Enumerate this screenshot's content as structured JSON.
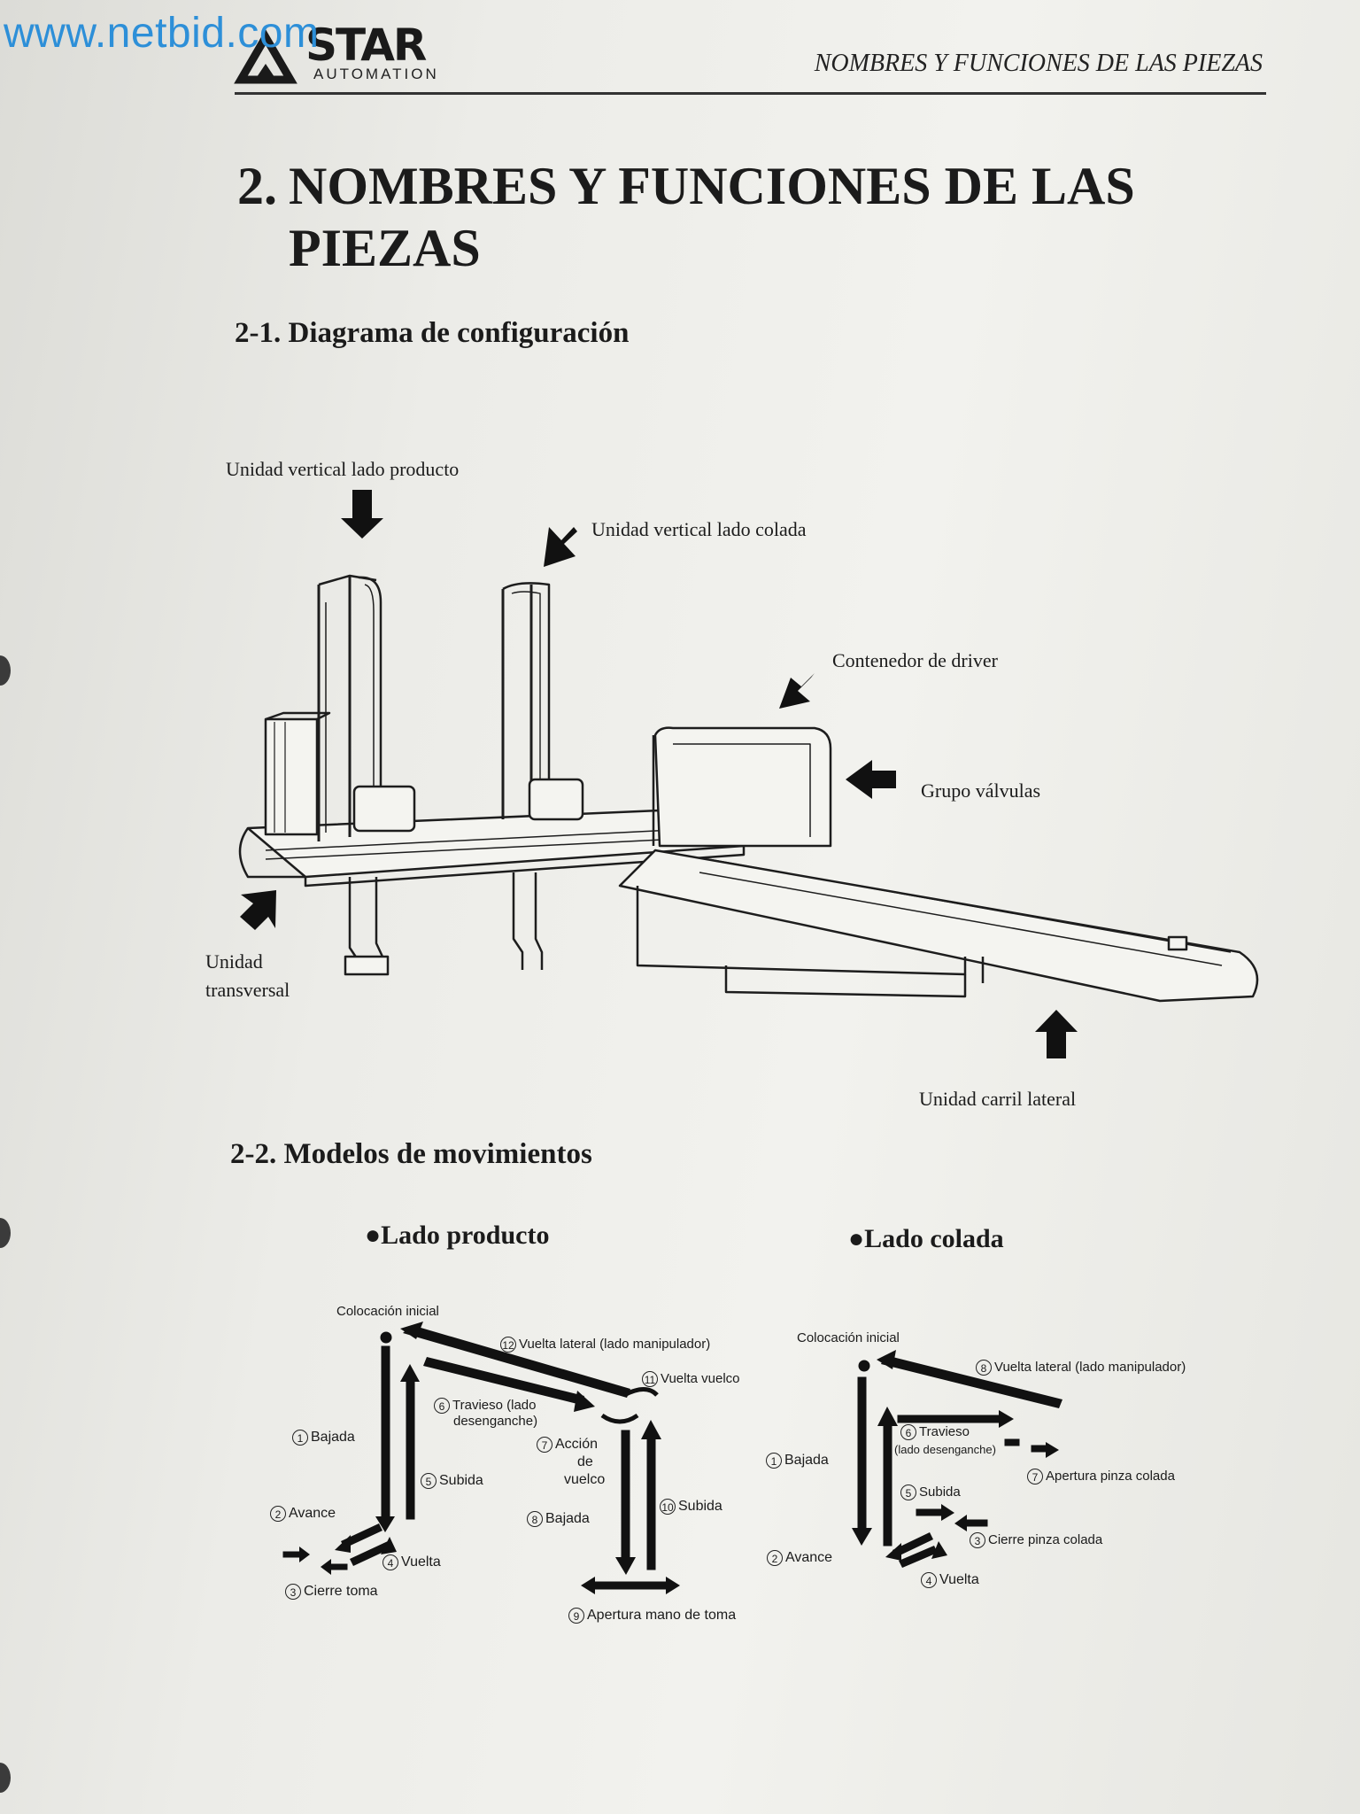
{
  "watermark": "www.netbid.com",
  "logo": {
    "name": "STAR",
    "sub": "AUTOMATION"
  },
  "header": {
    "running_title": "NOMBRES Y FUNCIONES DE LAS PIEZAS"
  },
  "chapter": {
    "number": "2.",
    "title_line1": "NOMBRES Y FUNCIONES DE LAS",
    "title_line2": "PIEZAS"
  },
  "section1": {
    "title": "2-1. Diagrama de configuración",
    "labels": {
      "vertical_producto": "Unidad vertical lado producto",
      "vertical_colada": "Unidad vertical lado colada",
      "contenedor": "Contenedor de driver",
      "valvulas": "Grupo válvulas",
      "transversal_1": "Unidad",
      "transversal_2": "transversal",
      "carril": "Unidad carril lateral"
    }
  },
  "section2": {
    "title": "2-2. Modelos de movimientos",
    "producto": {
      "heading": "●Lado producto",
      "colocacion": "Colocación inicial",
      "steps": [
        {
          "n": "1",
          "text": "Bajada"
        },
        {
          "n": "2",
          "text": "Avance"
        },
        {
          "n": "3",
          "text": "Cierre toma"
        },
        {
          "n": "4",
          "text": "Vuelta"
        },
        {
          "n": "5",
          "text": "Subida"
        },
        {
          "n": "6",
          "text": "Travieso (lado"
        },
        {
          "n": "",
          "text": "desenganche)"
        },
        {
          "n": "7",
          "text": "Acción"
        },
        {
          "n": "",
          "text": "de"
        },
        {
          "n": "",
          "text": "vuelco"
        },
        {
          "n": "8",
          "text": "Bajada"
        },
        {
          "n": "9",
          "text": "Apertura mano de toma"
        },
        {
          "n": "10",
          "text": "Subida"
        },
        {
          "n": "11",
          "text": "Vuelta vuelco"
        },
        {
          "n": "12",
          "text": "Vuelta lateral (lado manipulador)"
        }
      ]
    },
    "colada": {
      "heading": "●Lado colada",
      "colocacion": "Colocación inicial",
      "steps": [
        {
          "n": "1",
          "text": "Bajada"
        },
        {
          "n": "2",
          "text": "Avance"
        },
        {
          "n": "3",
          "text": "Cierre pinza colada"
        },
        {
          "n": "4",
          "text": "Vuelta"
        },
        {
          "n": "5",
          "text": "Subida"
        },
        {
          "n": "6",
          "text": "Travieso"
        },
        {
          "n": "",
          "text": "(lado desenganche)"
        },
        {
          "n": "7",
          "text": "Apertura pinza colada"
        },
        {
          "n": "8",
          "text": "Vuelta lateral (lado manipulador)"
        }
      ]
    }
  }
}
